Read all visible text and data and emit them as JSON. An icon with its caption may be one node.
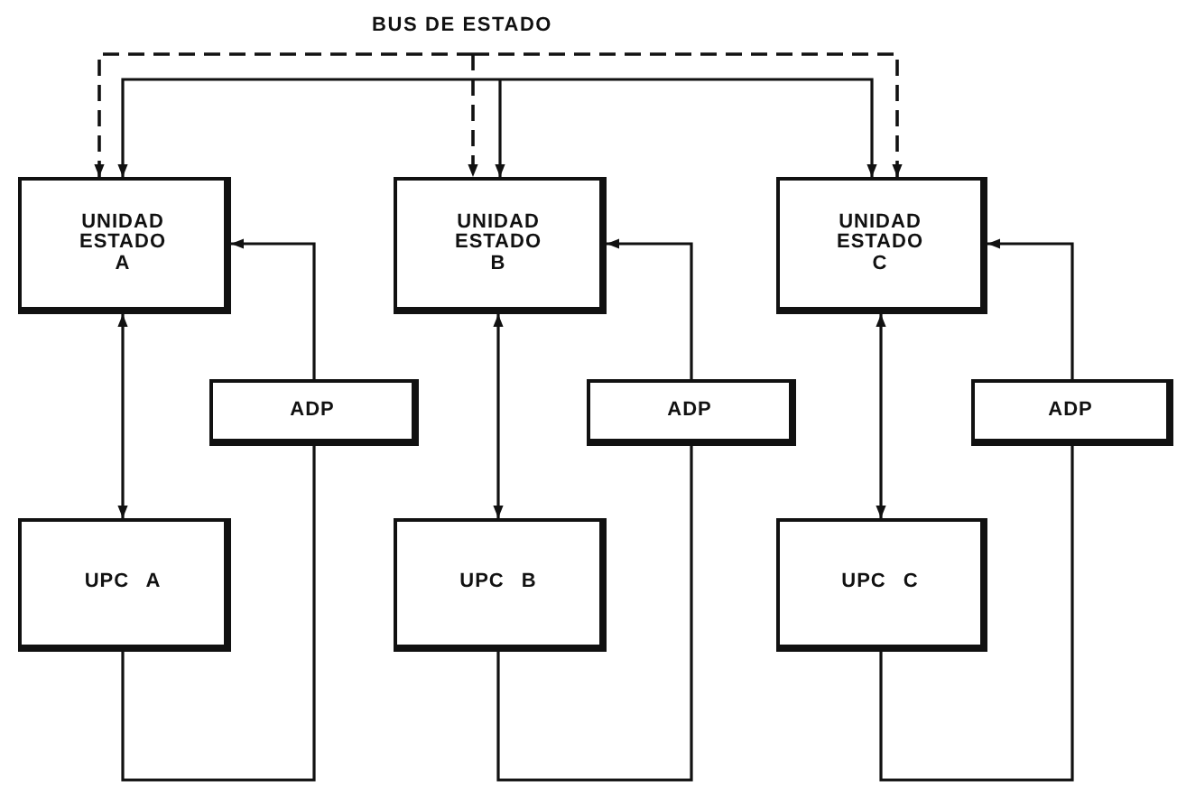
{
  "diagram": {
    "nodes": [
      {
        "text": [
          "UNIDAD ESTADO A"
        ]
      },
      {
        "text": [
          "ADP"
        ]
      },
      {
        "text": [
          "UPC A"
        ]
      },
      {
        "text": [
          "UNIDAD ESTADO B"
        ]
      },
      {
        "text": [
          "ADP"
        ]
      },
      {
        "text": [
          "UPC B"
        ]
      },
      {
        "text": [
          "UNIDAD ESTADO C"
        ]
      },
      {
        "text": [
          "ADP"
        ]
      },
      {
        "text": [
          "UPC C"
        ]
      }
    ],
    "edges": [
      {
        "from": null,
        "to": 0,
        "arrow": "to",
        "style": "dashed"
      },
      {
        "from": null,
        "to": 3,
        "arrow": "to",
        "style": "dashed"
      },
      {
        "from": null,
        "to": 6,
        "arrow": "to",
        "style": "dashed"
      },
      {
        "from": null,
        "to": 0,
        "arrow": "to"
      },
      {
        "from": null,
        "to": 3,
        "arrow": "to"
      },
      {
        "from": null,
        "to": 6,
        "arrow": "to"
      },
      {
        "from": 0,
        "to": 2,
        "arrow": "both"
      },
      {
        "from": 2,
        "to": 1,
        "arrow": "none"
      },
      {
        "from": 1,
        "to": 0,
        "arrow": "to"
      },
      {
        "from": 3,
        "to": 5,
        "arrow": "both"
      },
      {
        "from": 5,
        "to": 4,
        "arrow": "none"
      },
      {
        "from": 4,
        "to": 3,
        "arrow": "to"
      },
      {
        "from": 6,
        "to": 8,
        "arrow": "both"
      },
      {
        "from": 8,
        "to": 7,
        "arrow": "none"
      },
      {
        "from": 7,
        "to": 6,
        "arrow": "to"
      }
    ],
    "labels": [
      "BUS DE ESTADO"
    ]
  }
}
